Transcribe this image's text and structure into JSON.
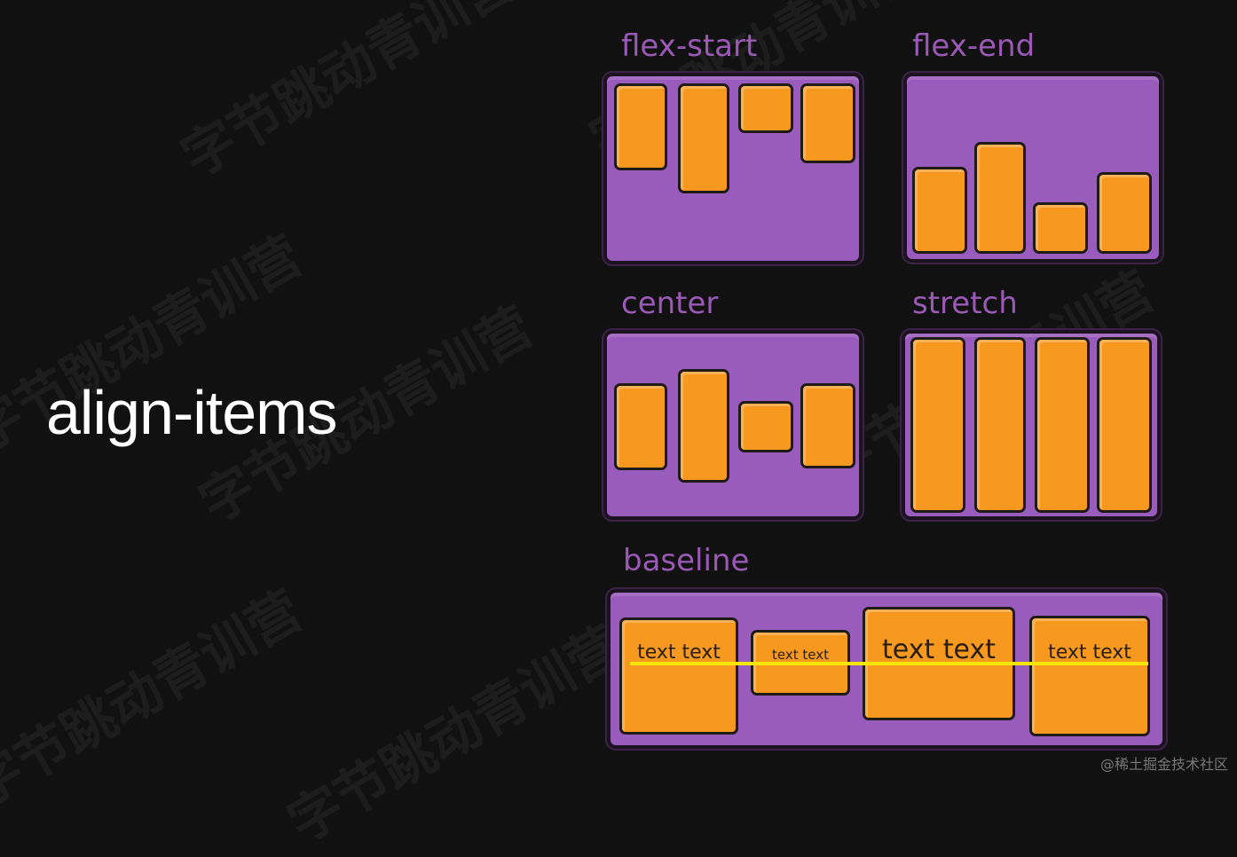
{
  "slide": {
    "title": "align-items",
    "credit": "@稀土掘金技术社区",
    "watermark": "字节跳动青训营"
  },
  "colors": {
    "background": "#111111",
    "panel": "#9a5cbc",
    "label": "#9b59b6",
    "item": "#f7991f",
    "baseline": "#f4e50a"
  },
  "panels": [
    {
      "name": "flex-start",
      "label": "flex-start"
    },
    {
      "name": "flex-end",
      "label": "flex-end"
    },
    {
      "name": "center",
      "label": "center"
    },
    {
      "name": "stretch",
      "label": "stretch"
    },
    {
      "name": "baseline",
      "label": "baseline"
    }
  ],
  "baseline_items": [
    {
      "text": "text text"
    },
    {
      "text": "text text"
    },
    {
      "text": "text text"
    },
    {
      "text": "text text"
    }
  ]
}
